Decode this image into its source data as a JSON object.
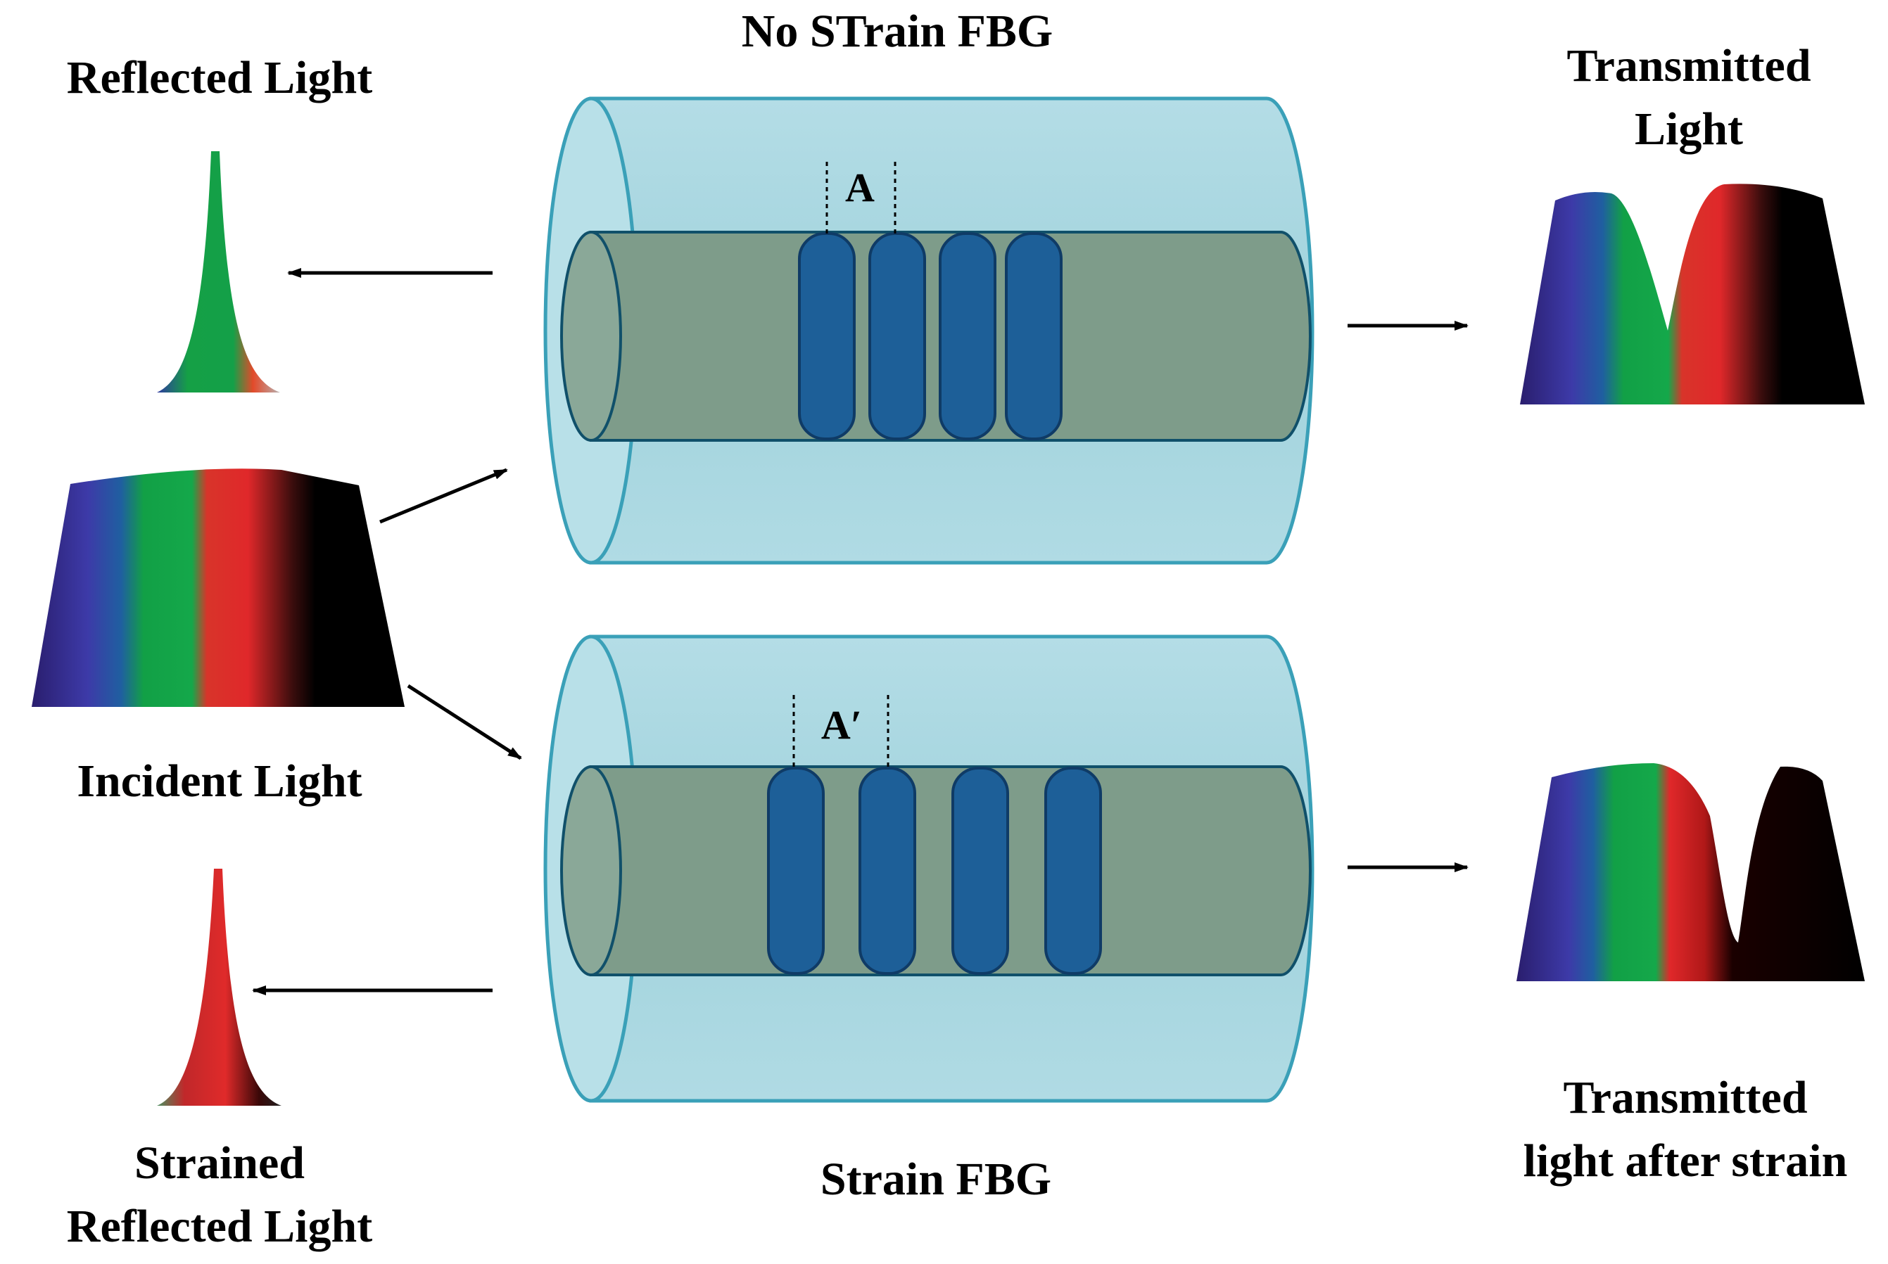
{
  "labels": {
    "top_fbg": "No STrain FBG",
    "bottom_fbg": "Strain FBG",
    "reflected": "Reflected Light",
    "incident": "Incident Light",
    "strained_reflected_line1": "Strained",
    "strained_reflected_line2": "Reflected Light",
    "transmitted_line1": "Transmitted",
    "transmitted_line2": "Light",
    "transmitted_strain_line1": "Transmitted",
    "transmitted_strain_line2": "light after strain",
    "period_top": "A",
    "period_bottom": "A′"
  },
  "colors": {
    "cladding_fill": "#a6d6df",
    "cladding_stroke": "#3aa0b8",
    "core_fill": "#7e9c8a",
    "grating_fill": "#1d5f98",
    "grating_stroke": "#0f3b66",
    "spectrum_blue": "#3a2fa0",
    "spectrum_green": "#12a046",
    "spectrum_red": "#e0282a",
    "spectrum_black": "#000000"
  }
}
